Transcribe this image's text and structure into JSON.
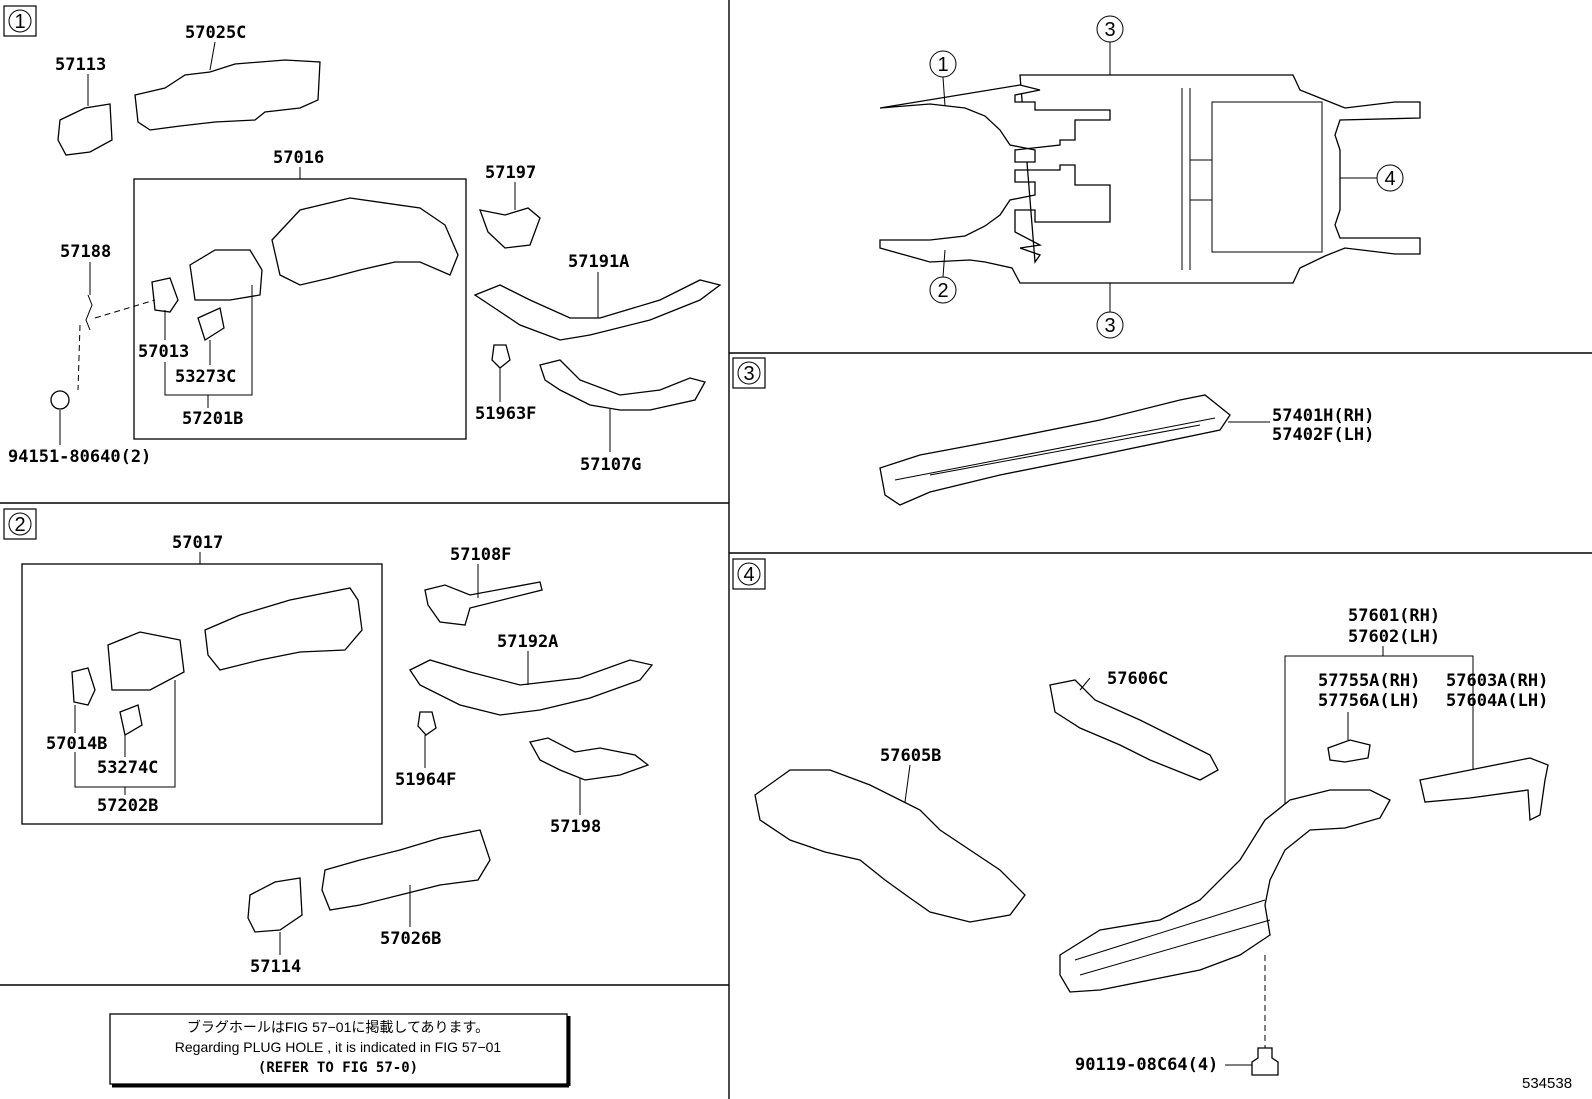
{
  "section_markers": {
    "s1": "1",
    "s2": "2",
    "s3": "3",
    "s4": "4"
  },
  "overview_callouts": {
    "top3": "3",
    "left1": "1",
    "left2": "2",
    "right4": "4",
    "bottom3": "3"
  },
  "section1": {
    "p57025C": "57025C",
    "p57113": "57113",
    "p57016": "57016",
    "p57197": "57197",
    "p57188": "57188",
    "p57191A": "57191A",
    "p57013": "57013",
    "p53273C": "53273C",
    "p57201B": "57201B",
    "p51963F": "51963F",
    "p94151": "94151-80640(2)",
    "p57107G": "57107G"
  },
  "section2": {
    "p57017": "57017",
    "p57108F": "57108F",
    "p57192A": "57192A",
    "p57014B": "57014B",
    "p53274C": "53274C",
    "p57202B": "57202B",
    "p51964F": "51964F",
    "p57198": "57198",
    "p57114": "57114",
    "p57026B": "57026B"
  },
  "section3": {
    "p57401H": "57401H(RH)",
    "p57402F": "57402F(LH)"
  },
  "section4": {
    "p57601": "57601(RH)",
    "p57602": "57602(LH)",
    "p57606C": "57606C",
    "p57755A": "57755A(RH)",
    "p57756A": "57756A(LH)",
    "p57603A": "57603A(RH)",
    "p57604A": "57604A(LH)",
    "p57605B": "57605B",
    "p90119": "90119-08C64(4)"
  },
  "note": {
    "line1": "ブラグホールはFIG 57−01に掲載してあります。",
    "line2": "Regarding  PLUG  HOLE , it is indicated in  FIG  57−01",
    "line3": "(REFER TO FIG 57-0)"
  },
  "reference_number": "534538"
}
